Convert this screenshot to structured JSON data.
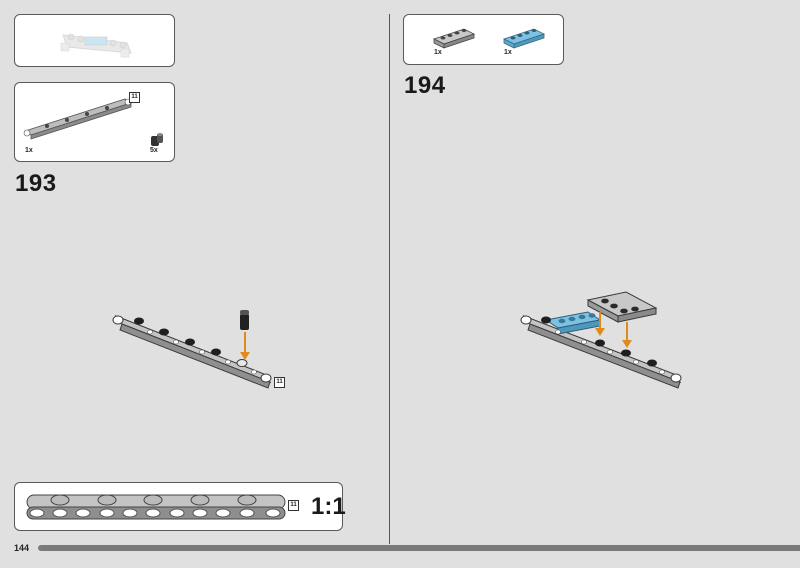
{
  "page": {
    "number": "144"
  },
  "left": {
    "step": "193",
    "parts": [
      {
        "qty": "1x",
        "name": "liftarm-11-icon",
        "length_badge": "11"
      },
      {
        "qty": "5x",
        "name": "pin-icon"
      }
    ],
    "model_badge": "11",
    "scale_box": {
      "badge": "11",
      "label": "1:1"
    }
  },
  "right": {
    "step": "194",
    "parts": [
      {
        "qty": "1x",
        "name": "plate-1x4-grey-icon"
      },
      {
        "qty": "1x",
        "name": "plate-1x4-blue-icon"
      }
    ]
  },
  "colors": {
    "background": "#e0e0e0",
    "liftarm": "#a9a9a9",
    "blue": "#6fb6d9",
    "arrow": "#e08a1e",
    "stud_dark": "#1f1f1f"
  }
}
